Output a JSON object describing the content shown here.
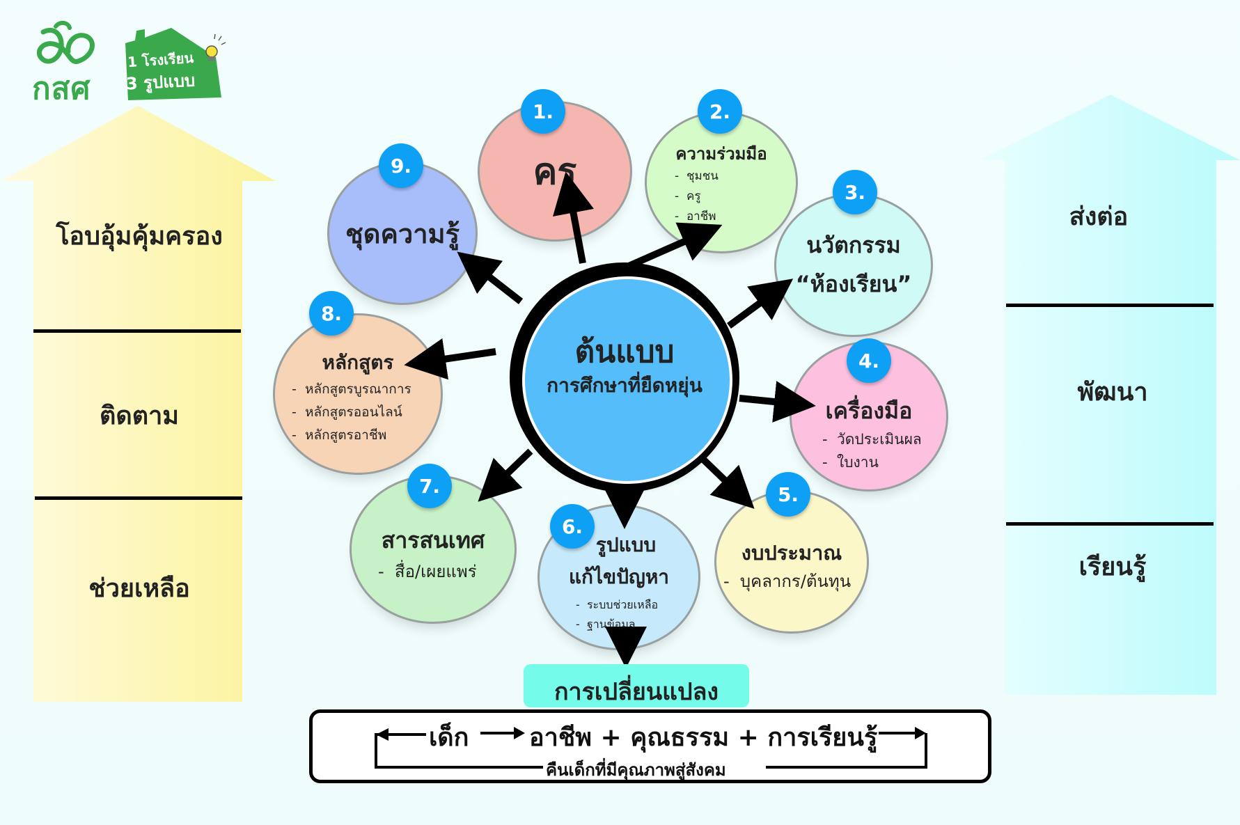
{
  "logo": {
    "org_abbr": "กสศ",
    "badge_line1": "1 โรงเรียน",
    "badge_line2": "3 รูปแบบ",
    "brand_color": "#3aa94b"
  },
  "left_pillar": {
    "color": "#fbf3a0",
    "sections": [
      "โอบอุ้มคุ้มครอง",
      "ติดตาม",
      "ช่วยเหลือ"
    ]
  },
  "right_pillar": {
    "color": "#bffcfd",
    "sections": [
      "ส่งต่อ",
      "พัฒนา",
      "เรียนรู้"
    ]
  },
  "hub": {
    "title": "ต้นแบบ",
    "subtitle": "การศึกษาที่ยืดหยุ่น",
    "color": "#56bdfb"
  },
  "nodes": [
    {
      "number": "1.",
      "title": "ครู",
      "items": [],
      "color": "#f6b6b0"
    },
    {
      "number": "2.",
      "title": "ความร่วมมือ",
      "items": [
        "ชุมชน",
        "ครู",
        "อาชีพ"
      ],
      "color": "#d5fbc9"
    },
    {
      "number": "3.",
      "title": "นวัตกรรม",
      "title2": "“ห้องเรียน”",
      "items": [],
      "color": "#cffaf5"
    },
    {
      "number": "4.",
      "title": "เครื่องมือ",
      "items": [
        "วัดประเมินผล",
        "ใบงาน"
      ],
      "color": "#fdc0df"
    },
    {
      "number": "5.",
      "title": "งบประมาณ",
      "items": [
        "บุคลากร/ต้นทุน"
      ],
      "color": "#fbf7c8"
    },
    {
      "number": "6.",
      "title": "รูปแบบ",
      "title2": "แก้ไขปัญหา",
      "items": [
        "ระบบช่วยเหลือ",
        "ฐานข้อมูล"
      ],
      "color": "#c6e9fb"
    },
    {
      "number": "7.",
      "title": "สารสนเทศ",
      "items": [
        "สื่อ/เผยแพร่"
      ],
      "color": "#c7f1c6"
    },
    {
      "number": "8.",
      "title": "หลักสูตร",
      "items": [
        "หลักสูตรบูรณาการ",
        "หลักสูตรออนไลน์",
        "หลักสูตรอาชีพ"
      ],
      "color": "#f7d4b6"
    },
    {
      "number": "9.",
      "title": "ชุดความรู้",
      "items": [],
      "color": "#a8befb"
    }
  ],
  "outcome": {
    "label": "การเปลี่ยนแปลง",
    "color": "#75fbe9",
    "cycle_start": "เด็ก",
    "cycle_result": "อาชีพ + คุณธรรม + การเรียนรู้",
    "cycle_return": "คืนเด็กที่มีคุณภาพสู่สังคม"
  },
  "badge_color": "#0ea0f5"
}
